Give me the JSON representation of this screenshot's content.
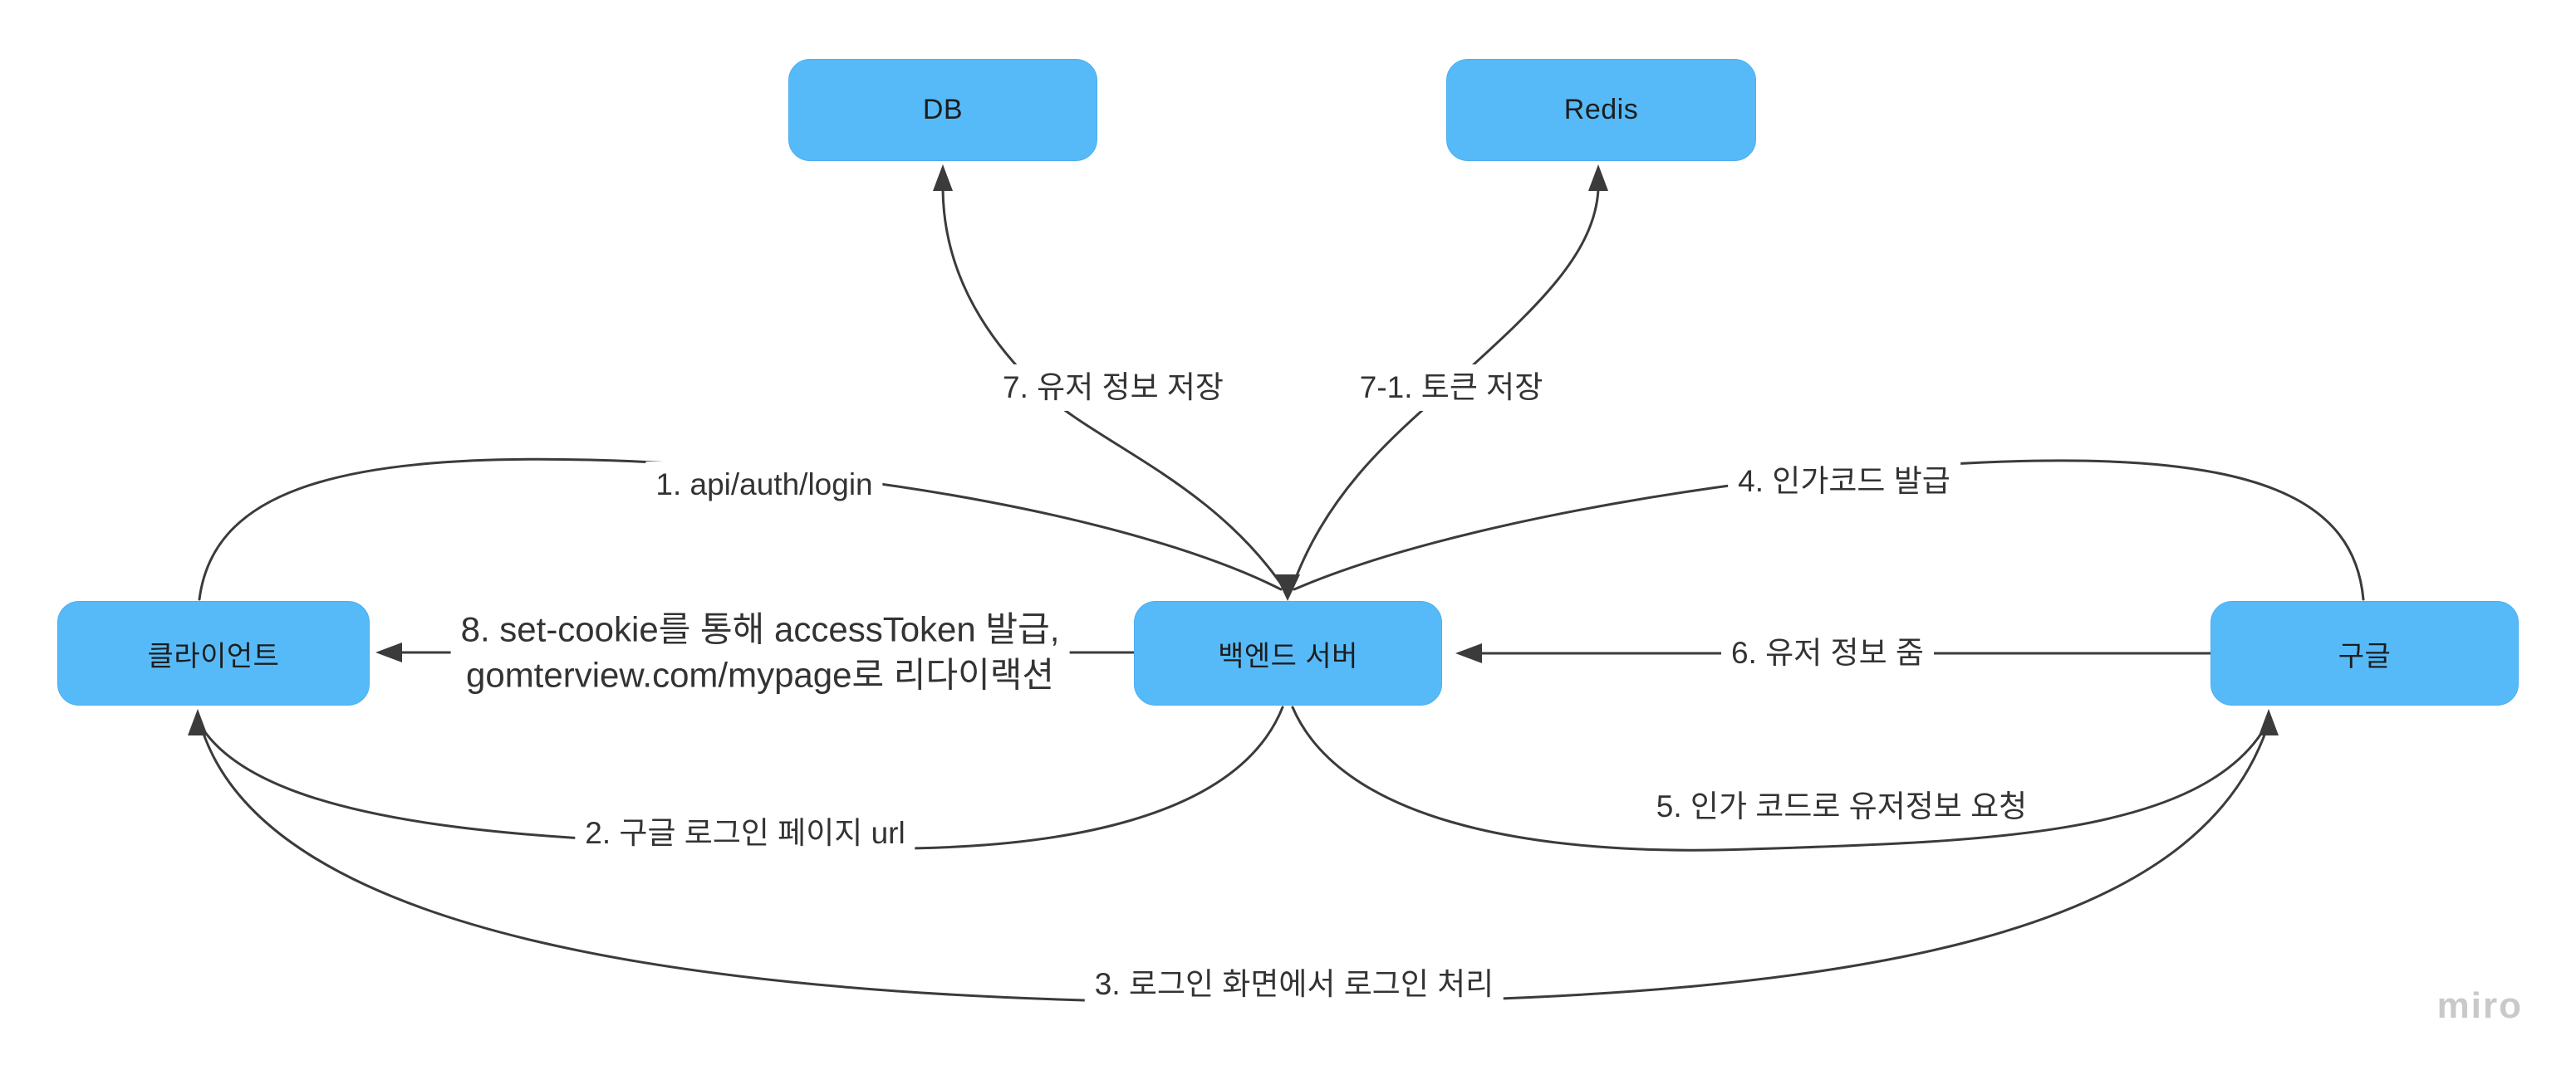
{
  "diagram": {
    "title": "google-oauth-login-flow",
    "colors": {
      "background": "#ffffff",
      "node_fill": "#57BAF8",
      "node_border": "#4AAEF0",
      "edge": "#3b3b3b",
      "node_text": "#1d1d1d",
      "label_text": "#333333",
      "watermark_text": "#c9c9c9"
    },
    "nodes": [
      {
        "id": "db",
        "label": "DB"
      },
      {
        "id": "redis",
        "label": "Redis"
      },
      {
        "id": "client",
        "label": "클라이언트"
      },
      {
        "id": "backend",
        "label": "백엔드 서버"
      },
      {
        "id": "google",
        "label": "구글"
      }
    ],
    "edge_labels": [
      {
        "step": "1",
        "text": "1. api/auth/login"
      },
      {
        "step": "2",
        "text": "2. 구글 로그인 페이지 url"
      },
      {
        "step": "3",
        "text": "3. 로그인 화면에서 로그인 처리"
      },
      {
        "step": "4",
        "text": "4. 인가코드 발급"
      },
      {
        "step": "5",
        "text": "5. 인가 코드로 유저정보 요청"
      },
      {
        "step": "6",
        "text": "6. 유저 정보 줌"
      },
      {
        "step": "7",
        "text": "7. 유저 정보 저장"
      },
      {
        "step": "7-1",
        "text": "7-1. 토큰 저장"
      },
      {
        "step": "8",
        "line1": "8. set-cookie를 통해 accessToken 발급,",
        "line2": "gomterview.com/mypage로 리다이랙션"
      }
    ],
    "watermark": "miro"
  }
}
